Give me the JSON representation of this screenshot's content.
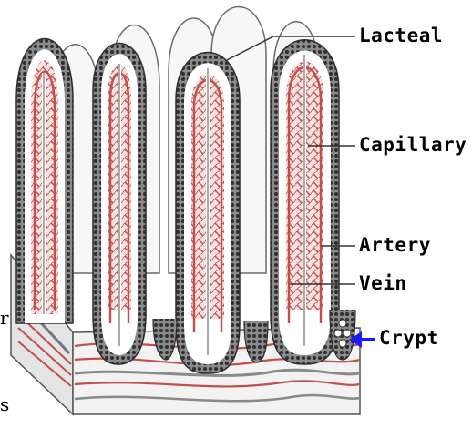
{
  "labels": {
    "lacteal": "Lacteal",
    "capillary": "Capillary",
    "artery": "Artery",
    "vein": "Vein",
    "crypt": "Crypt"
  },
  "edge_fragments": {
    "f1": "r",
    "f2": "s"
  },
  "colors": {
    "outline": "#3a3a3a",
    "epithelium": "#6a6a6a",
    "blood_vessel": "#c0504d",
    "vessel_fill": "#e8aaa8",
    "crypt_arrow": "#1a1aff",
    "leader_line": "#333333"
  }
}
